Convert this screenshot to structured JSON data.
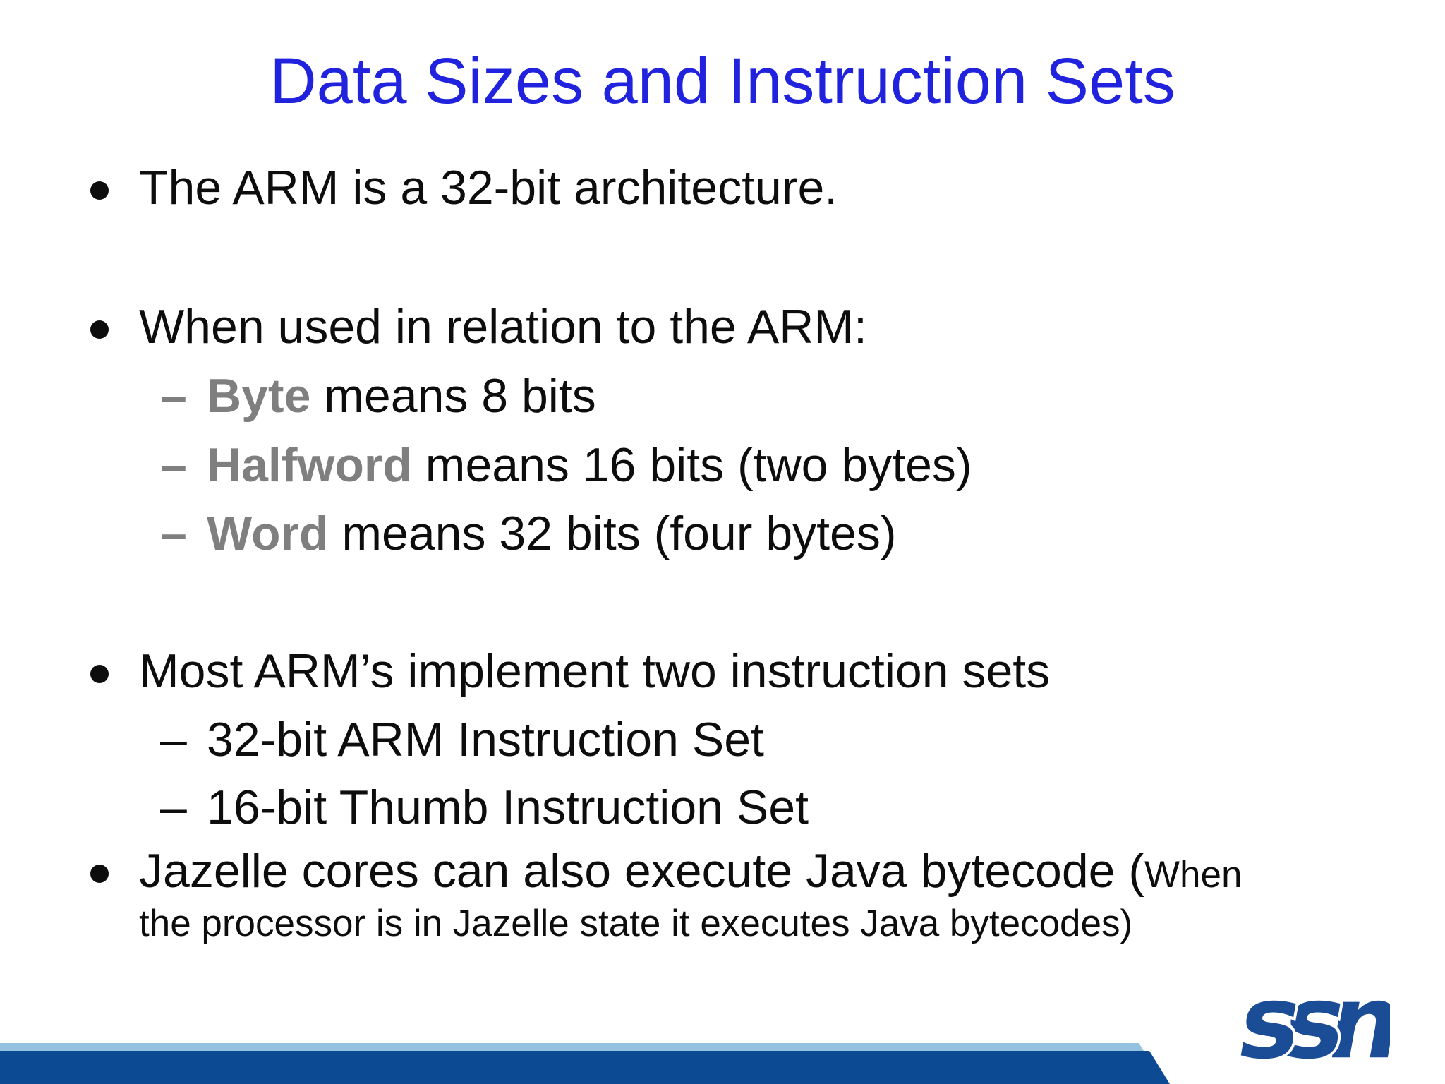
{
  "slide": {
    "title": "Data Sizes and Instruction Sets",
    "bullet1": "The ARM is a 32-bit architecture.",
    "bullet2": "When used in relation to the ARM:",
    "sub2": [
      {
        "dash": "–",
        "term": "Byte",
        "rest": " means 8 bits"
      },
      {
        "dash": "–",
        "term": "Halfword",
        "rest": " means 16 bits (two bytes)"
      },
      {
        "dash": "–",
        "term": "Word",
        "rest": " means 32 bits (four bytes)"
      }
    ],
    "bullet3": "Most ARM’s implement two instruction sets",
    "sub3": [
      {
        "dash": "–",
        "text": "32-bit ARM Instruction Set"
      },
      {
        "dash": "–",
        "text": "16-bit Thumb Instruction Set"
      }
    ],
    "bullet4_main": "Jazelle cores can also execute Java bytecode (",
    "bullet4_small_inline": "When",
    "bullet4_line2": "the processor is in Jazelle state it executes Java bytecodes)"
  },
  "footer": {
    "logo_text": "ssn"
  },
  "icons": {
    "bullet": "filled-circle-icon",
    "sub_bullet": "en-dash-icon"
  },
  "colors": {
    "title_blue": "#2122dd",
    "body_text": "#0d0d0d",
    "term_gray": "#7f7f7f",
    "bar_dark_blue": "#0c4b94",
    "bar_light_blue": "#94c2e0",
    "logo_blue": "#1b4c96"
  }
}
